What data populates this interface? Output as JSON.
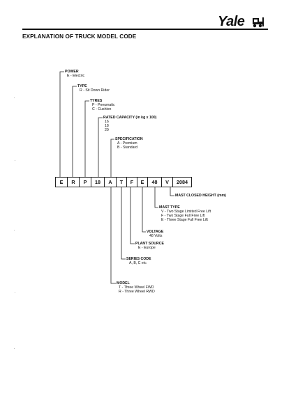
{
  "logo": {
    "text": "Yale"
  },
  "title": "EXPLANATION OF TRUCK MODEL CODE",
  "code_boxes": [
    "E",
    "R",
    "P",
    "18",
    "A",
    "T",
    "F",
    "E",
    "48",
    "V",
    "2084"
  ],
  "groups": {
    "power": {
      "label": "POWER",
      "items": [
        "E - Electric"
      ]
    },
    "type": {
      "label": "TYPE",
      "items": [
        "R - Sit Down Rider"
      ]
    },
    "tyres": {
      "label": "TYRES",
      "items": [
        "P - Pneumatic",
        "C - Cushion"
      ]
    },
    "capacity": {
      "label": "RATED CAPACITY (in kg x 100)",
      "items": [
        "16",
        "18",
        "20"
      ]
    },
    "specification": {
      "label": "SPECIFICATION",
      "items": [
        "A - Premium",
        "B - Standard"
      ]
    },
    "mast_height": {
      "label": "MAST CLOSED HEIGHT (mm)",
      "items": []
    },
    "mast_type": {
      "label": "MAST TYPE",
      "items": [
        "V - Two Stage Limited Free Lift",
        "F - Two Stage Full Free Lift",
        "E - Three Stage Full Free Lift"
      ]
    },
    "voltage": {
      "label": "VOLTAGE",
      "items": [
        "48 Volts"
      ]
    },
    "plant": {
      "label": "PLANT SOURCE",
      "items": [
        "E - Europe"
      ]
    },
    "series": {
      "label": "SERIES CODE",
      "items": [
        "A, B, C etc"
      ]
    },
    "model": {
      "label": "MODEL",
      "items": [
        "T - Three Wheel FWD",
        "R - Three Wheel RWD"
      ]
    }
  }
}
